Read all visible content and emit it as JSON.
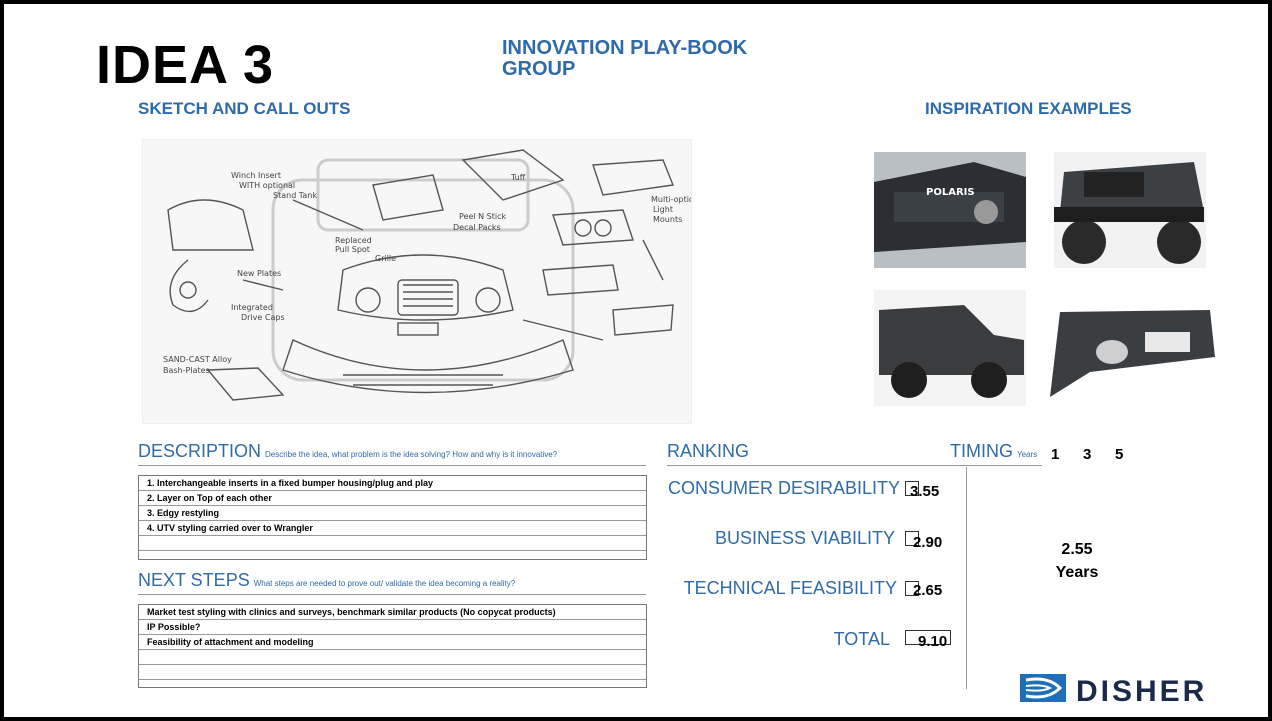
{
  "title": "IDEA 3",
  "playbook": {
    "line1": "INNOVATION PLAY-BOOK",
    "line2": "GROUP"
  },
  "sketch": {
    "heading": "SKETCH AND CALL OUTS",
    "callouts": [
      "Winch Insert",
      "WITH optional",
      "Stand Tank",
      "Replaced",
      "Pull Spot",
      "Grille",
      "Peel N Stick",
      "Decal Packs",
      "Tuff",
      "New Plates",
      "Integrated",
      "Drive Caps",
      "Multi-option",
      "Light",
      "Mounts",
      "SAND-CAST Alloy",
      "Bash-Plates"
    ]
  },
  "inspiration": {
    "heading": "INSPIRATION EXAMPLES",
    "badge": "POLARIS"
  },
  "description": {
    "title": "DESCRIPTION",
    "hint": "Describe the idea, what problem is the idea solving?  How and why is it innovative?",
    "rows": [
      "1.    Interchangeable inserts in a fixed bumper housing/plug and play",
      "2.    Layer on Top of each other",
      "3.    Edgy restyling",
      "4.    UTV styling carried over to Wrangler",
      "",
      ""
    ]
  },
  "next_steps": {
    "title": "NEXT STEPS",
    "hint": "What steps are needed to prove out/ validate the idea becoming a reality?",
    "rows": [
      "Market test styling with clinics and surveys, benchmark similar products (No copycat products)",
      "IP Possible?",
      "Feasibility of attachment and modeling",
      "",
      "",
      ""
    ]
  },
  "ranking": {
    "title": "RANKING",
    "consumer_label": "CONSUMER DESIRABILITY",
    "consumer_value": "3.55",
    "business_label": "BUSINESS VIABILITY",
    "business_value": "2.90",
    "technical_label": "TECHNICAL FEASIBILITY",
    "technical_value": "2.65",
    "total_label": "TOTAL",
    "total_value": "9.10"
  },
  "timing": {
    "title": "TIMING",
    "unit": "Years",
    "scale": [
      "1",
      "3",
      "5"
    ],
    "value": "2.55",
    "value_unit": "Years"
  },
  "logo": {
    "text": "DISHER"
  },
  "colors": {
    "accent": "#2e6ba8",
    "logo": "#1a2a48"
  }
}
